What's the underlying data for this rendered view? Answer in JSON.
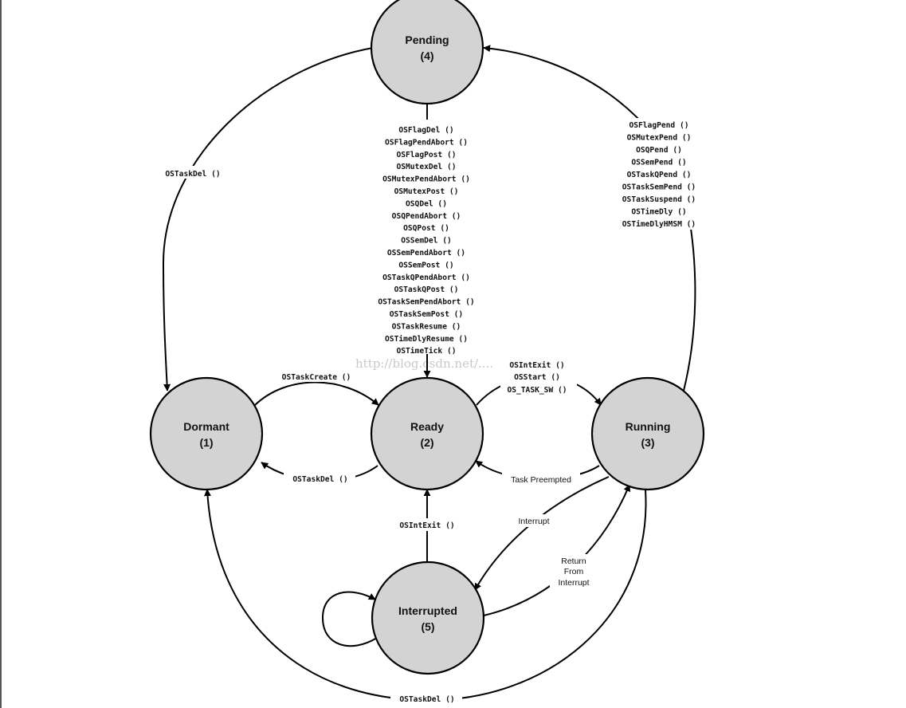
{
  "states": {
    "pending": {
      "name": "Pending",
      "number": "(4)"
    },
    "dormant": {
      "name": "Dormant",
      "number": "(1)"
    },
    "ready": {
      "name": "Ready",
      "number": "(2)"
    },
    "running": {
      "name": "Running",
      "number": "(3)"
    },
    "interrupted": {
      "name": "Interrupted",
      "number": "(5)"
    }
  },
  "transitions": {
    "pending_to_dormant": "OSTaskDel ()",
    "pending_to_ready": [
      "OSFlagDel ()",
      "OSFlagPendAbort ()",
      "OSFlagPost ()",
      "OSMutexDel ()",
      "OSMutexPendAbort ()",
      "OSMutexPost ()",
      "OSQDel ()",
      "OSQPendAbort ()",
      "OSQPost ()",
      "OSSemDel ()",
      "OSSemPendAbort ()",
      "OSSemPost ()",
      "OSTaskQPendAbort ()",
      "OSTaskQPost ()",
      "OSTaskSemPendAbort ()",
      "OSTaskSemPost ()",
      "OSTaskResume ()",
      "OSTimeDlyResume ()",
      "OSTimeTick ()"
    ],
    "running_to_pending": [
      "OSFlagPend ()",
      "OSMutexPend ()",
      "OSQPend ()",
      "OSSemPend ()",
      "OSTaskQPend ()",
      "OSTaskSemPend ()",
      "OSTaskSuspend ()",
      "OSTimeDly ()",
      "OSTimeDlyHMSM ()"
    ],
    "dormant_to_ready": "OSTaskCreate ()",
    "ready_to_dormant": "OSTaskDel ()",
    "ready_to_running": [
      "OSIntExit ()",
      "OSStart ()",
      "OS_TASK_SW ()"
    ],
    "running_to_ready": "Task Preempted",
    "interrupted_to_ready": "OSIntExit ()",
    "running_to_interrupted": "Interrupt",
    "interrupted_to_running": [
      "Return",
      "From",
      "Interrupt"
    ],
    "running_to_dormant": "OSTaskDel ()"
  },
  "watermark": "http://blog.csdn.net/...."
}
